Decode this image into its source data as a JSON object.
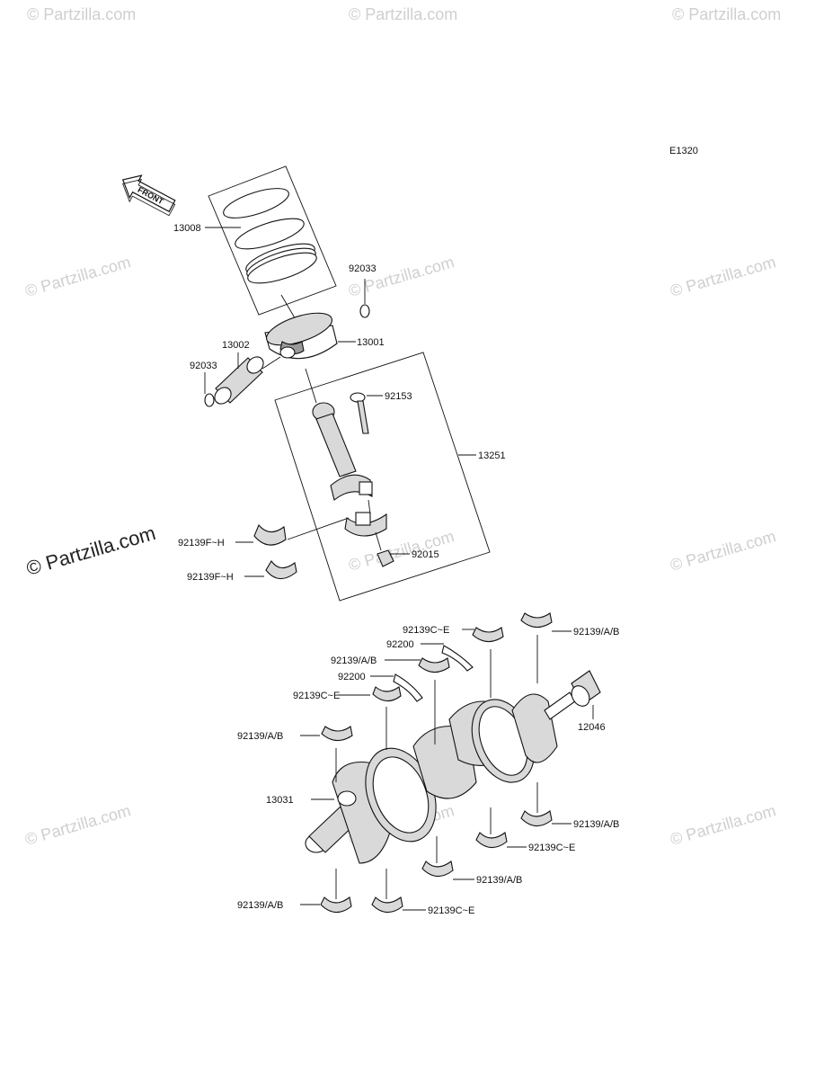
{
  "diagram": {
    "code": "E1320",
    "front_arrow_text": "FRONT"
  },
  "watermark": {
    "brand": "© Partzilla.com"
  },
  "parts": {
    "piston_rings": "13008",
    "piston_clip_right": "92033",
    "piston": "13001",
    "piston_pin": "13002",
    "piston_clip_left": "92033",
    "conrod_bolt": "92153",
    "conrod_assembly": "13251",
    "conrod_bearing_upper": "92139F~H",
    "conrod_bearing_lower": "92139F~H",
    "conrod_nut": "92015",
    "main_bearing_top_1": "92139C~E",
    "thrust_washer_1": "92200",
    "main_bearing_top_2": "92139/A/B",
    "thrust_washer_2": "92200",
    "main_bearing_top_3": "92139C~E",
    "main_bearing_top_4": "92139/A/B",
    "main_bearing_top_5": "92139/A/B",
    "needle_bearing": "12046",
    "crankshaft": "13031",
    "main_bearing_bottom_right": "92139/A/B",
    "main_bearing_bottom_2": "92139C~E",
    "main_bearing_bottom_3": "92139/A/B",
    "main_bearing_bottom_4": "92139C~E",
    "main_bearing_bottom_left": "92139/A/B"
  }
}
